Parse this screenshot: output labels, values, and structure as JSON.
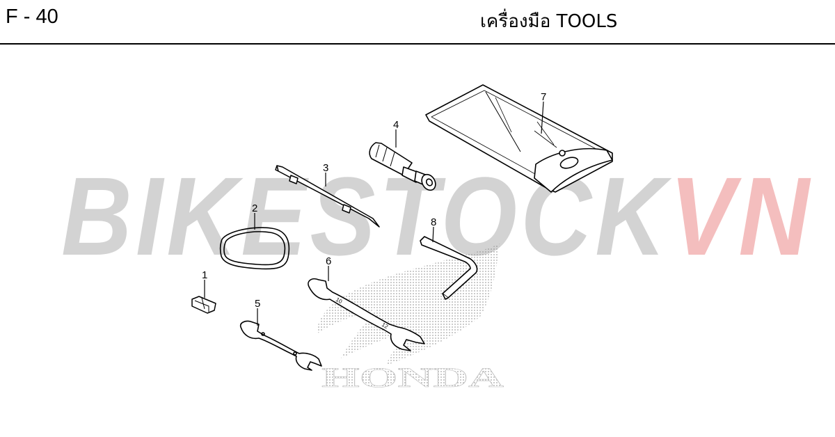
{
  "header": {
    "page_code": "F - 40",
    "title": "เครื่องมือ  TOOLS"
  },
  "watermark": {
    "main": "BIKESTOCK",
    "accent": "VN",
    "main_color": "#c9c9c9",
    "accent_color": "#f3b3b3"
  },
  "background_logo": {
    "text": "HONDA"
  },
  "parts": [
    {
      "number": "1",
      "icon": "clip-icon"
    },
    {
      "number": "2",
      "icon": "o-ring-band-icon"
    },
    {
      "number": "3",
      "icon": "screwdriver-blade-icon"
    },
    {
      "number": "4",
      "icon": "screwdriver-handle-icon"
    },
    {
      "number": "5",
      "icon": "small-wrench-icon"
    },
    {
      "number": "6",
      "icon": "open-end-wrench-icon"
    },
    {
      "number": "7",
      "icon": "tool-bag-icon"
    },
    {
      "number": "8",
      "icon": "hex-key-icon"
    }
  ]
}
